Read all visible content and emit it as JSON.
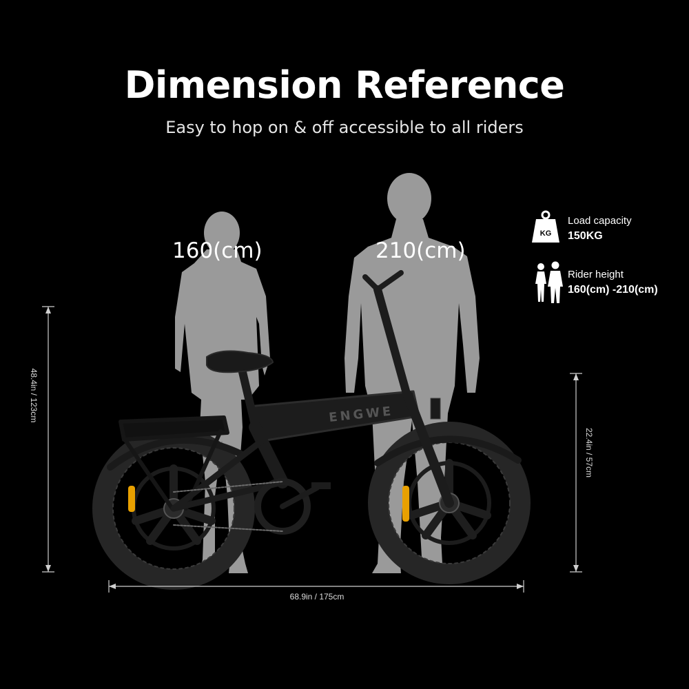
{
  "title": "Dimension Reference",
  "subtitle": "Easy to hop on & off accessible to all riders",
  "figures": {
    "short_rider_label": "160(cm)",
    "tall_rider_label": "210(cm)"
  },
  "specs": {
    "load": {
      "icon": "weight-kg-icon",
      "icon_text": "KG",
      "label": "Load capacity",
      "value": "150KG"
    },
    "rider": {
      "icon": "riders-icon",
      "label": "Rider height",
      "value": "160(cm) -210(cm)"
    }
  },
  "dimensions": {
    "total_height": "48.4in / 123cm",
    "wheel_height": "22.4in / 57cm",
    "length": "68.9in / 175cm"
  },
  "bike": {
    "frame_text": "ENGWE"
  },
  "colors": {
    "background": "#000000",
    "silhouette": "#9a9a9a",
    "text": "#ffffff"
  }
}
